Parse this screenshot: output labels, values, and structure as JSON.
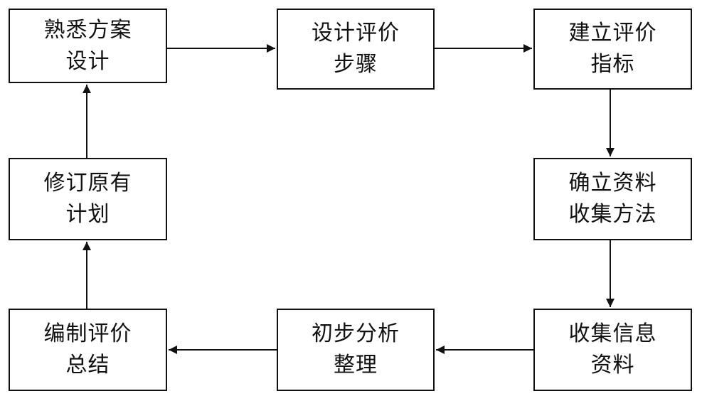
{
  "diagram": {
    "nodes": [
      {
        "id": "n1",
        "line1": "熟悉方案",
        "line2": "设计"
      },
      {
        "id": "n2",
        "line1": "设计评价",
        "line2": "步骤"
      },
      {
        "id": "n3",
        "line1": "建立评价",
        "line2": "指标"
      },
      {
        "id": "n4",
        "line1": "确立资料",
        "line2": "收集方法"
      },
      {
        "id": "n5",
        "line1": "收集信息",
        "line2": "资料"
      },
      {
        "id": "n6",
        "line1": "初步分析",
        "line2": "整理"
      },
      {
        "id": "n7",
        "line1": "编制评价",
        "line2": "总结"
      },
      {
        "id": "n8",
        "line1": "修订原有",
        "line2": "计划"
      }
    ],
    "edges": [
      {
        "from": "n1",
        "to": "n2"
      },
      {
        "from": "n2",
        "to": "n3"
      },
      {
        "from": "n3",
        "to": "n4"
      },
      {
        "from": "n4",
        "to": "n5"
      },
      {
        "from": "n5",
        "to": "n6"
      },
      {
        "from": "n6",
        "to": "n7"
      },
      {
        "from": "n7",
        "to": "n8"
      },
      {
        "from": "n8",
        "to": "n1"
      }
    ],
    "stroke_color": "#111111"
  }
}
